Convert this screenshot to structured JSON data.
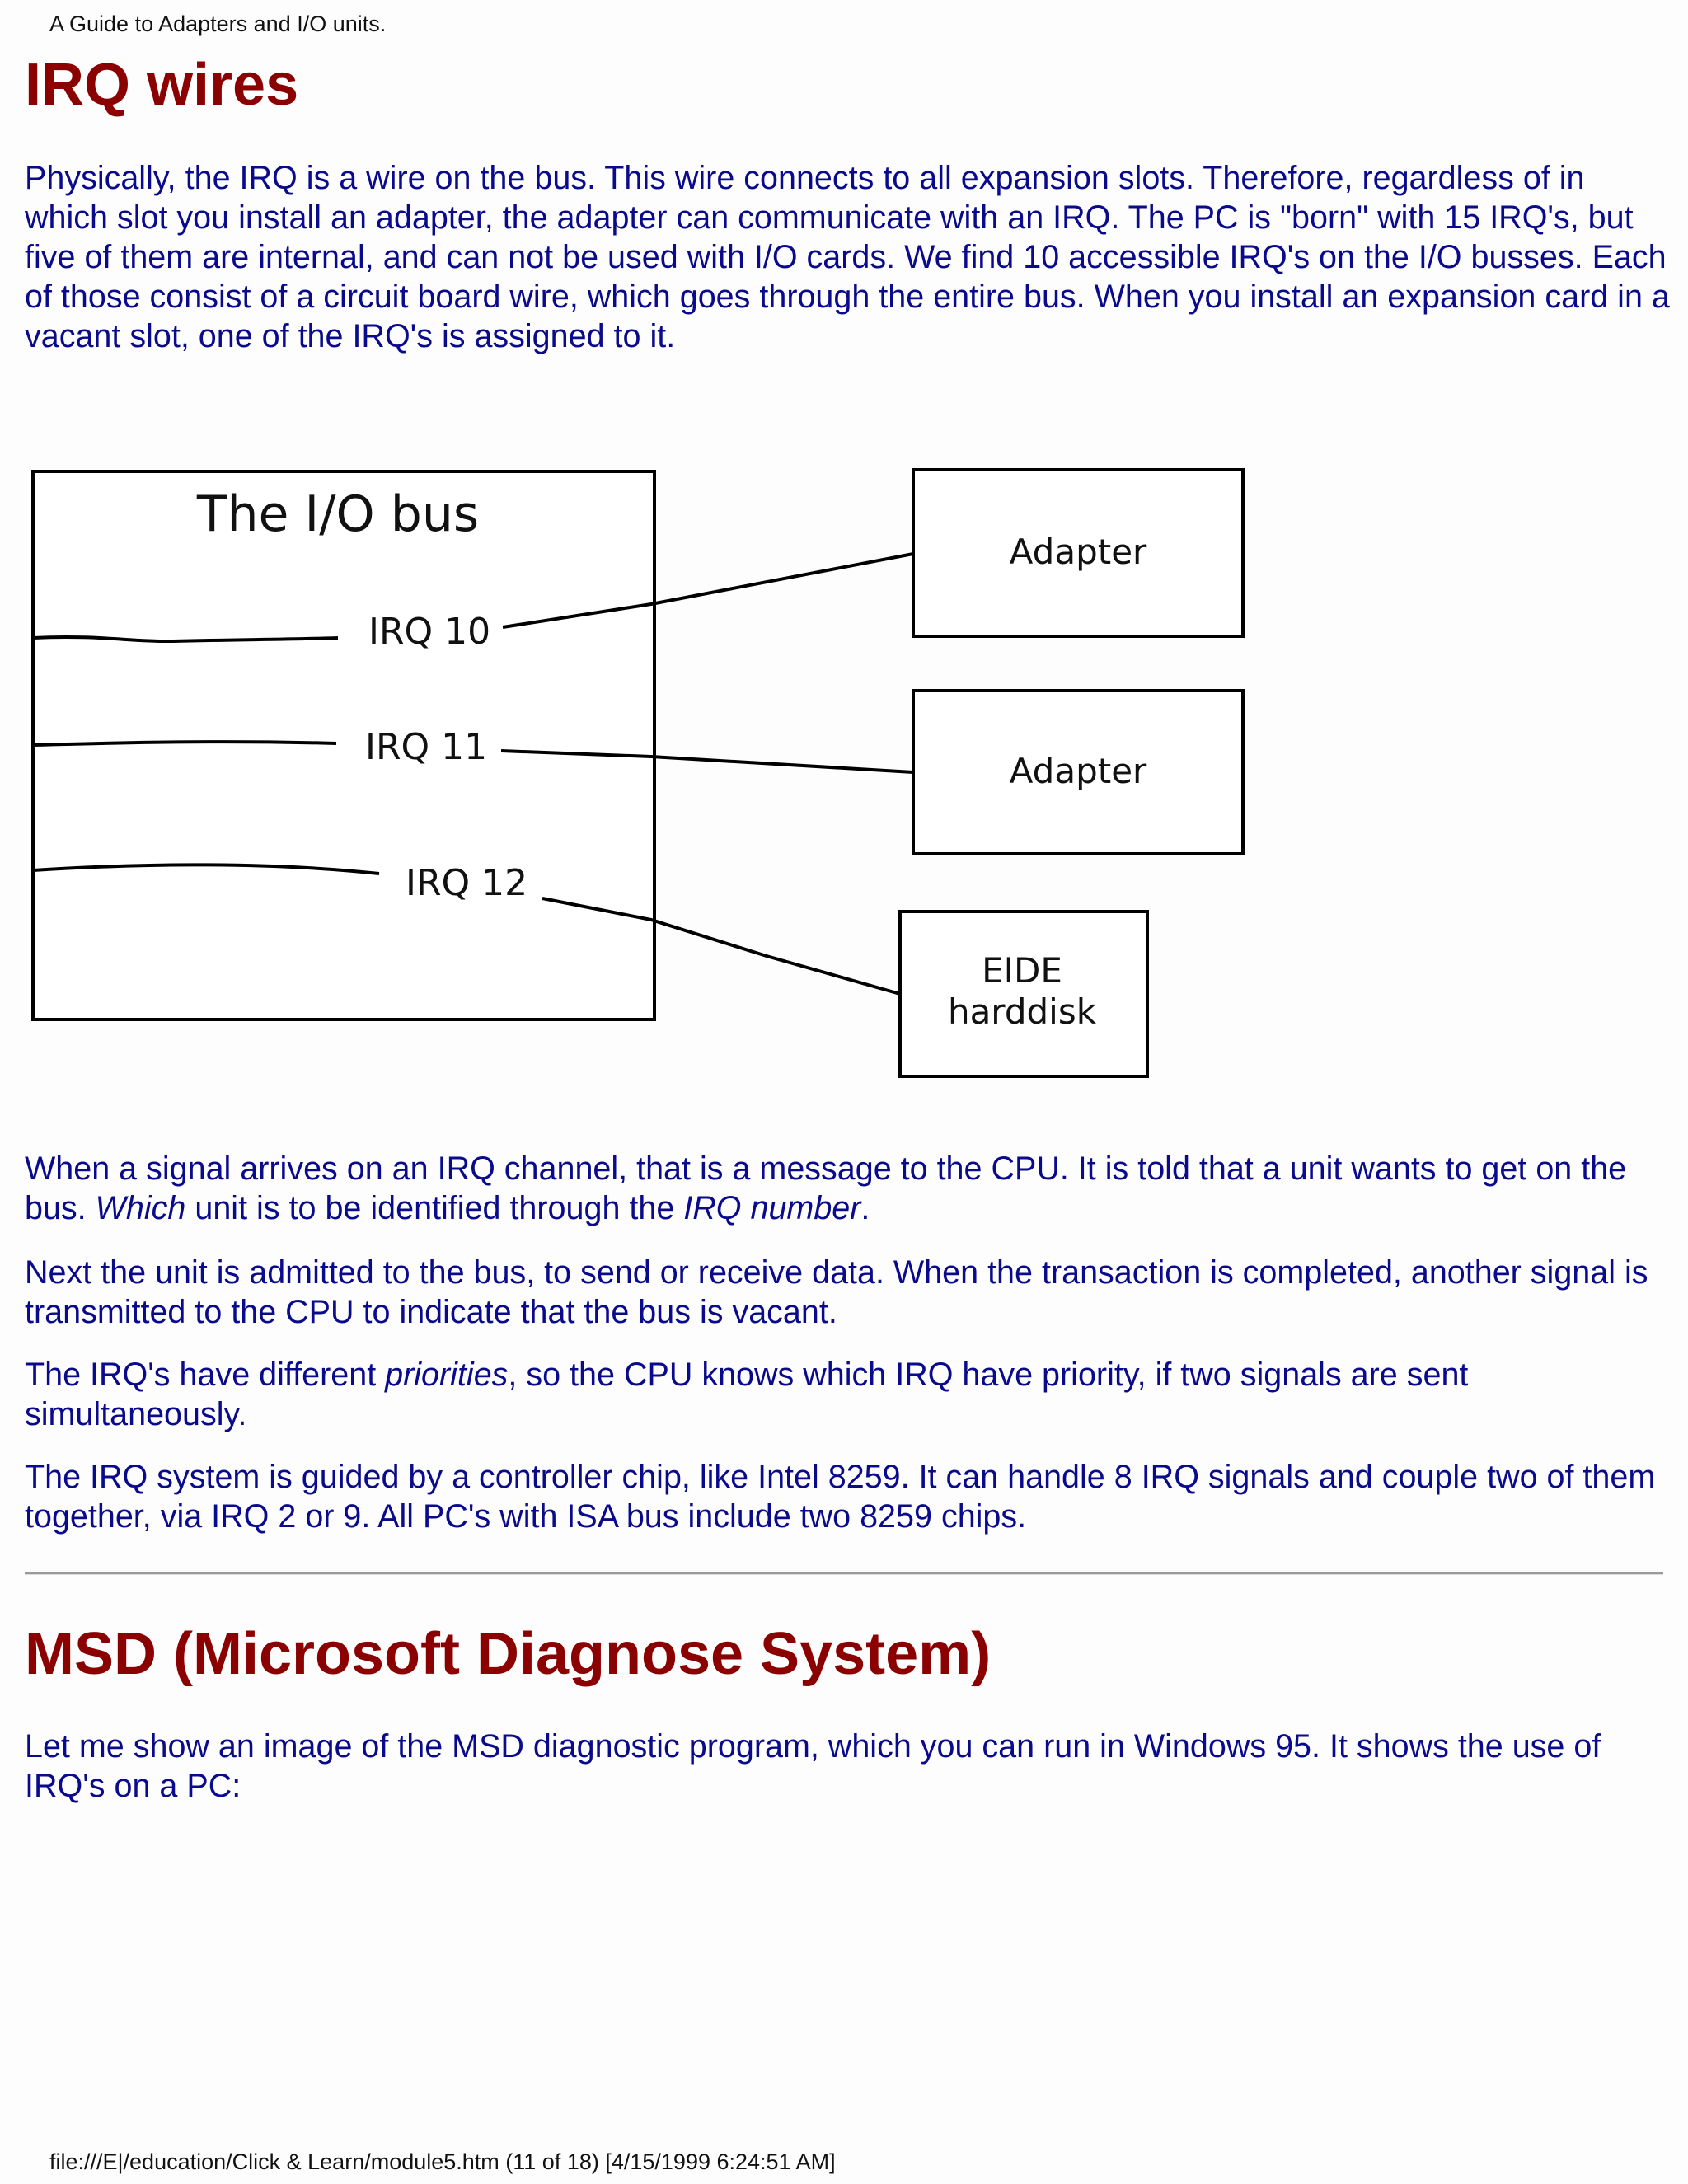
{
  "header": {
    "text": "A Guide to Adapters and I/O units."
  },
  "section1": {
    "title": "IRQ wires",
    "intro": "Physically, the IRQ is a wire on the bus. This wire connects to all expansion slots. Therefore, regardless of in which slot you install an adapter, the adapter can communicate with an IRQ. The PC is \"born\" with 15 IRQ's, but five of them are internal, and can not be used with I/O cards. We find 10 accessible IRQ's on the I/O busses. Each of those consist of a circuit board wire, which goes through the entire bus. When you install an expansion card in a vacant slot, one of the IRQ's is assigned to it.",
    "diagram": {
      "bus_title": "The I/O bus",
      "irq10": "IRQ 10",
      "irq11": "IRQ 11",
      "irq12": "IRQ 12",
      "adapter1": "Adapter",
      "adapter2": "Adapter",
      "eide_line1": "EIDE",
      "eide_line2": "harddisk"
    },
    "p2_a": "When a signal arrives on an IRQ channel, that is a message to the CPU. It is told that a unit wants to get on the bus. ",
    "p2_em1": "Which",
    "p2_b": " unit is to be identified through the ",
    "p2_em2": "IRQ number",
    "p2_c": ".",
    "p3": "Next the unit is admitted to the bus, to send or receive data. When the transaction is completed, another signal is transmitted to the CPU to indicate that the bus is vacant.",
    "p4_a": "The IRQ's have different ",
    "p4_em": "priorities",
    "p4_b": ", so the CPU knows which IRQ have priority, if two signals are sent simultaneously.",
    "p5": "The IRQ system is guided by a controller chip, like Intel 8259. It can handle 8 IRQ signals and couple two of them together, via IRQ 2 or 9. All PC's with ISA bus include two 8259 chips."
  },
  "section2": {
    "title": "MSD (Microsoft Diagnose System)",
    "intro": "Let me show an image of the MSD diagnostic program, which you can run in Windows 95. It shows the use of IRQ's on a PC:"
  },
  "footer": {
    "text": "file:///E|/education/Click & Learn/module5.htm (11 of 18) [4/15/1999 6:24:51 AM]"
  },
  "colors": {
    "heading": "#8b0000",
    "body_text": "#0a0a8c",
    "diagram_lines": "#000000"
  }
}
